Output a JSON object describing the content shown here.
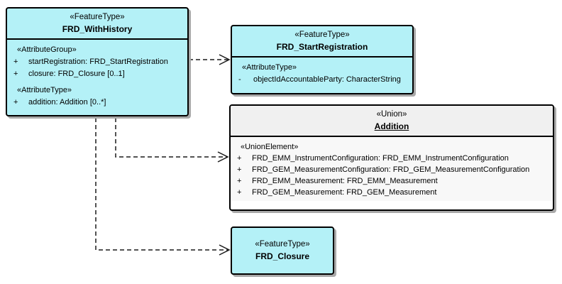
{
  "colors": {
    "background": "#FFFFFF",
    "feature_fill": "#B4F1F7",
    "union_header_fill": "#F0F0F0",
    "union_body_fill": "#F8F8F8",
    "border": "#000000",
    "connector": "#1A1A1A",
    "shadow": "#A9A9A9"
  },
  "boxes": {
    "with_history": {
      "stereotype": "«FeatureType»",
      "name": "FRD_WithHistory",
      "sections": [
        {
          "label": "«AttributeGroup»",
          "rows": [
            {
              "vis": "+",
              "text": "startRegistration: FRD_StartRegistration"
            },
            {
              "vis": "+",
              "text": "closure: FRD_Closure [0..1]"
            }
          ]
        },
        {
          "label": "«AttributeType»",
          "rows": [
            {
              "vis": "+",
              "text": "addition: Addition [0..*]"
            }
          ]
        }
      ]
    },
    "start_registration": {
      "stereotype": "«FeatureType»",
      "name": "FRD_StartRegistration",
      "sections": [
        {
          "label": "«AttributeType»",
          "rows": [
            {
              "vis": "-",
              "text": "objectIdAccountableParty: CharacterString"
            }
          ]
        }
      ]
    },
    "addition": {
      "stereotype": "«Union»",
      "name": "Addition",
      "sections": [
        {
          "label": "«UnionElement»",
          "rows": [
            {
              "vis": "+",
              "text": "FRD_EMM_InstrumentConfiguration: FRD_EMM_InstrumentConfiguration"
            },
            {
              "vis": "+",
              "text": "FRD_GEM_MeasurementConfiguration: FRD_GEM_MeasurementConfiguration"
            },
            {
              "vis": "+",
              "text": "FRD_EMM_Measurement: FRD_EMM_Measurement"
            },
            {
              "vis": "+",
              "text": "FRD_GEM_Measurement: FRD_GEM_Measurement"
            }
          ]
        }
      ]
    },
    "closure": {
      "stereotype": "«FeatureType»",
      "name": "FRD_Closure"
    }
  },
  "connectors": [
    {
      "from": "FRD_WithHistory",
      "to": "FRD_StartRegistration",
      "type": "dependency",
      "line": "dashed",
      "arrow": "open"
    },
    {
      "from": "FRD_WithHistory",
      "to": "Addition",
      "type": "dependency",
      "line": "dashed",
      "arrow": "open"
    },
    {
      "from": "FRD_WithHistory",
      "to": "FRD_Closure",
      "type": "dependency",
      "line": "dashed",
      "arrow": "open"
    }
  ]
}
